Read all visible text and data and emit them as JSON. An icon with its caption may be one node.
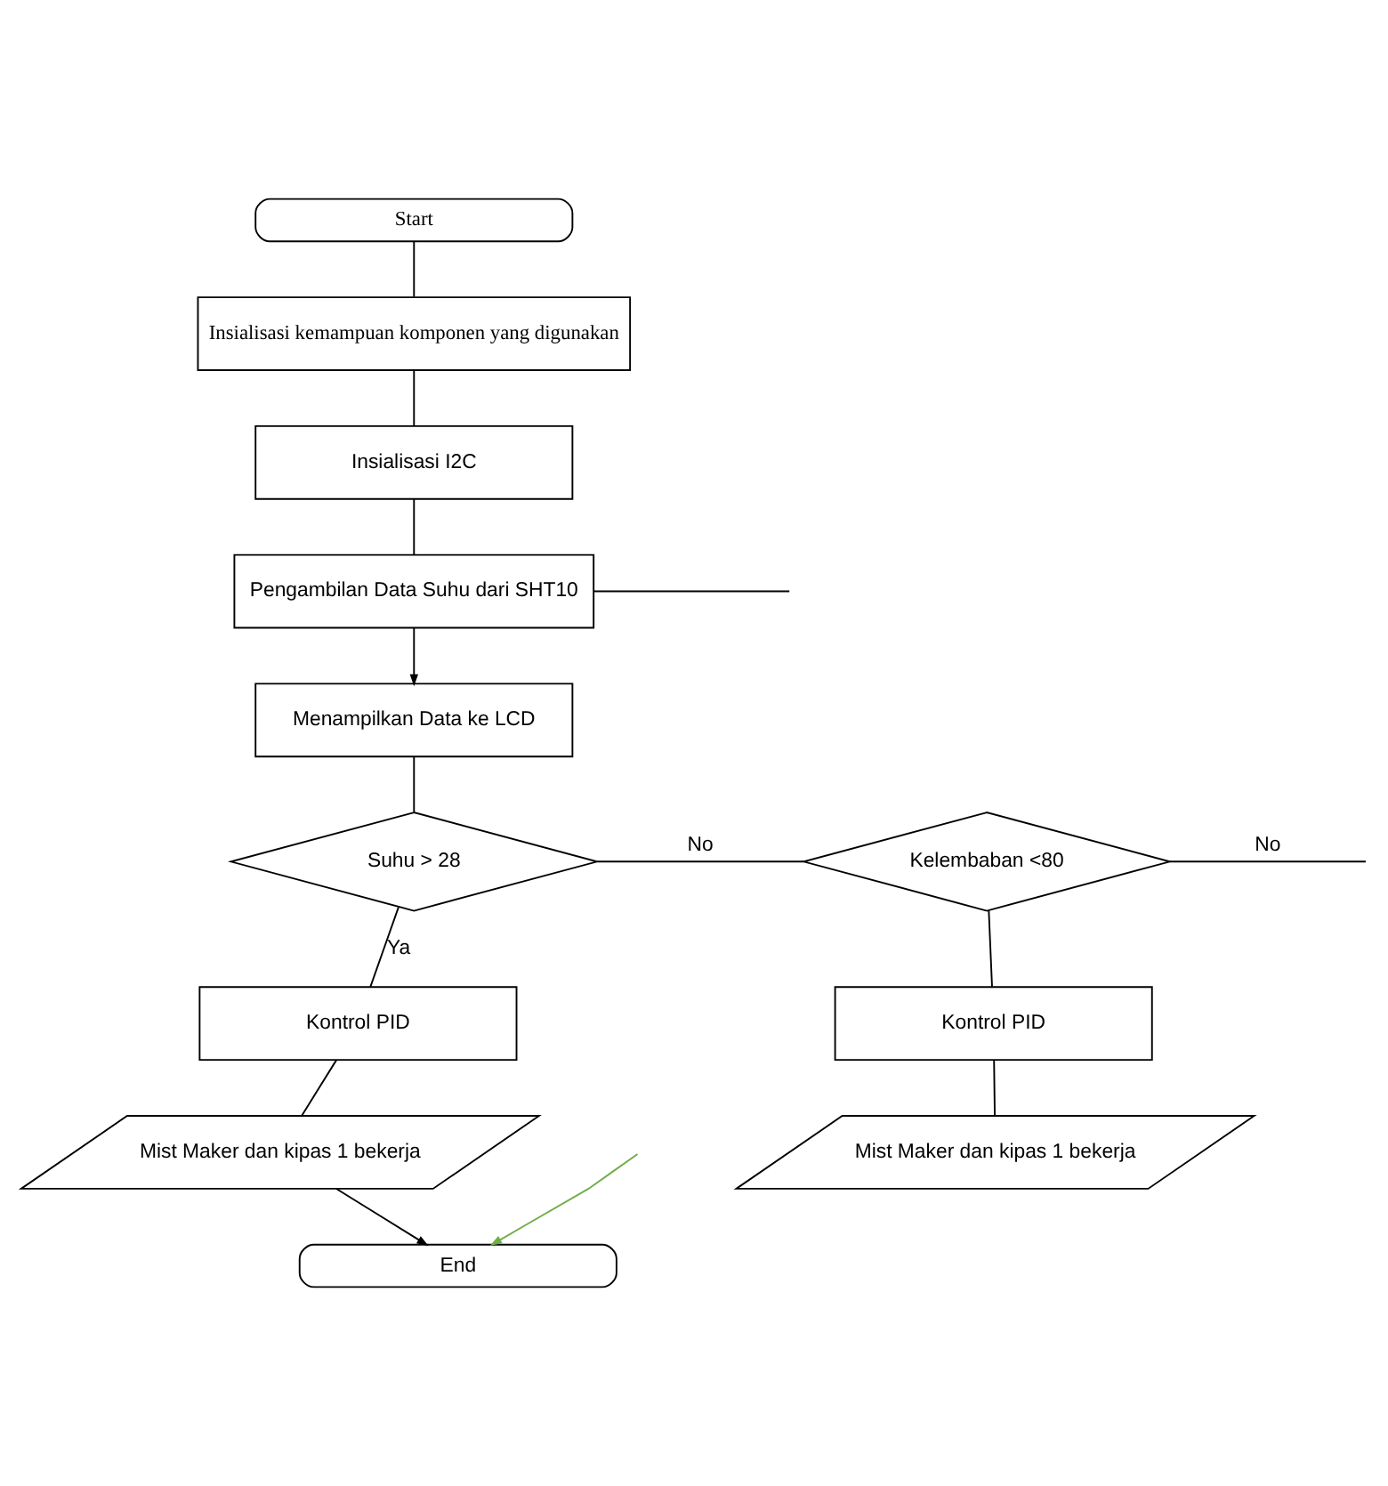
{
  "diagram": {
    "nodes": [
      {
        "text": [
          "Start"
        ]
      },
      {
        "text": [
          "Insialisasi kemampuan komponen yang digunakan"
        ]
      },
      {
        "text": [
          "Insialisasi I2C"
        ]
      },
      {
        "text": [
          "Pengambilan Data Suhu dari SHT10"
        ]
      },
      {
        "text": [
          "Menampilkan Data ke LCD"
        ]
      },
      {
        "text": [
          "Suhu > 28"
        ]
      },
      {
        "text": [
          "Kelembaban <80"
        ]
      },
      {
        "text": [
          "Kontrol PID"
        ]
      },
      {
        "text": [
          "Mist Maker dan kipas 1 bekerja"
        ]
      },
      {
        "text": [
          "Kontrol PID"
        ]
      },
      {
        "text": [
          "Mist Maker dan kipas 1 bekerja"
        ]
      },
      {
        "text": [
          "End"
        ]
      }
    ],
    "edges": [
      {
        "from": 0,
        "to": 1,
        "arrow": "none"
      },
      {
        "from": 1,
        "to": 2,
        "arrow": "none"
      },
      {
        "from": 2,
        "to": 3,
        "arrow": "none"
      },
      {
        "from": 3,
        "to": null,
        "arrow": "none"
      },
      {
        "from": 3,
        "to": 4,
        "arrow": "to"
      },
      {
        "from": 4,
        "to": 5,
        "arrow": "none"
      },
      {
        "from": 5,
        "to": 6,
        "label": "No",
        "arrow": "none"
      },
      {
        "from": 6,
        "to": null,
        "label": "No",
        "arrow": "none"
      },
      {
        "from": 5,
        "to": 7,
        "label": "Ya",
        "arrow": "none"
      },
      {
        "from": 7,
        "to": 8,
        "arrow": "none"
      },
      {
        "from": 6,
        "to": 9,
        "arrow": "none"
      },
      {
        "from": 9,
        "to": 10,
        "arrow": "none"
      },
      {
        "from": 8,
        "to": 11,
        "arrow": "to"
      },
      {
        "from": null,
        "to": 11,
        "arrow": "to",
        "color": "#70ad47"
      }
    ]
  }
}
